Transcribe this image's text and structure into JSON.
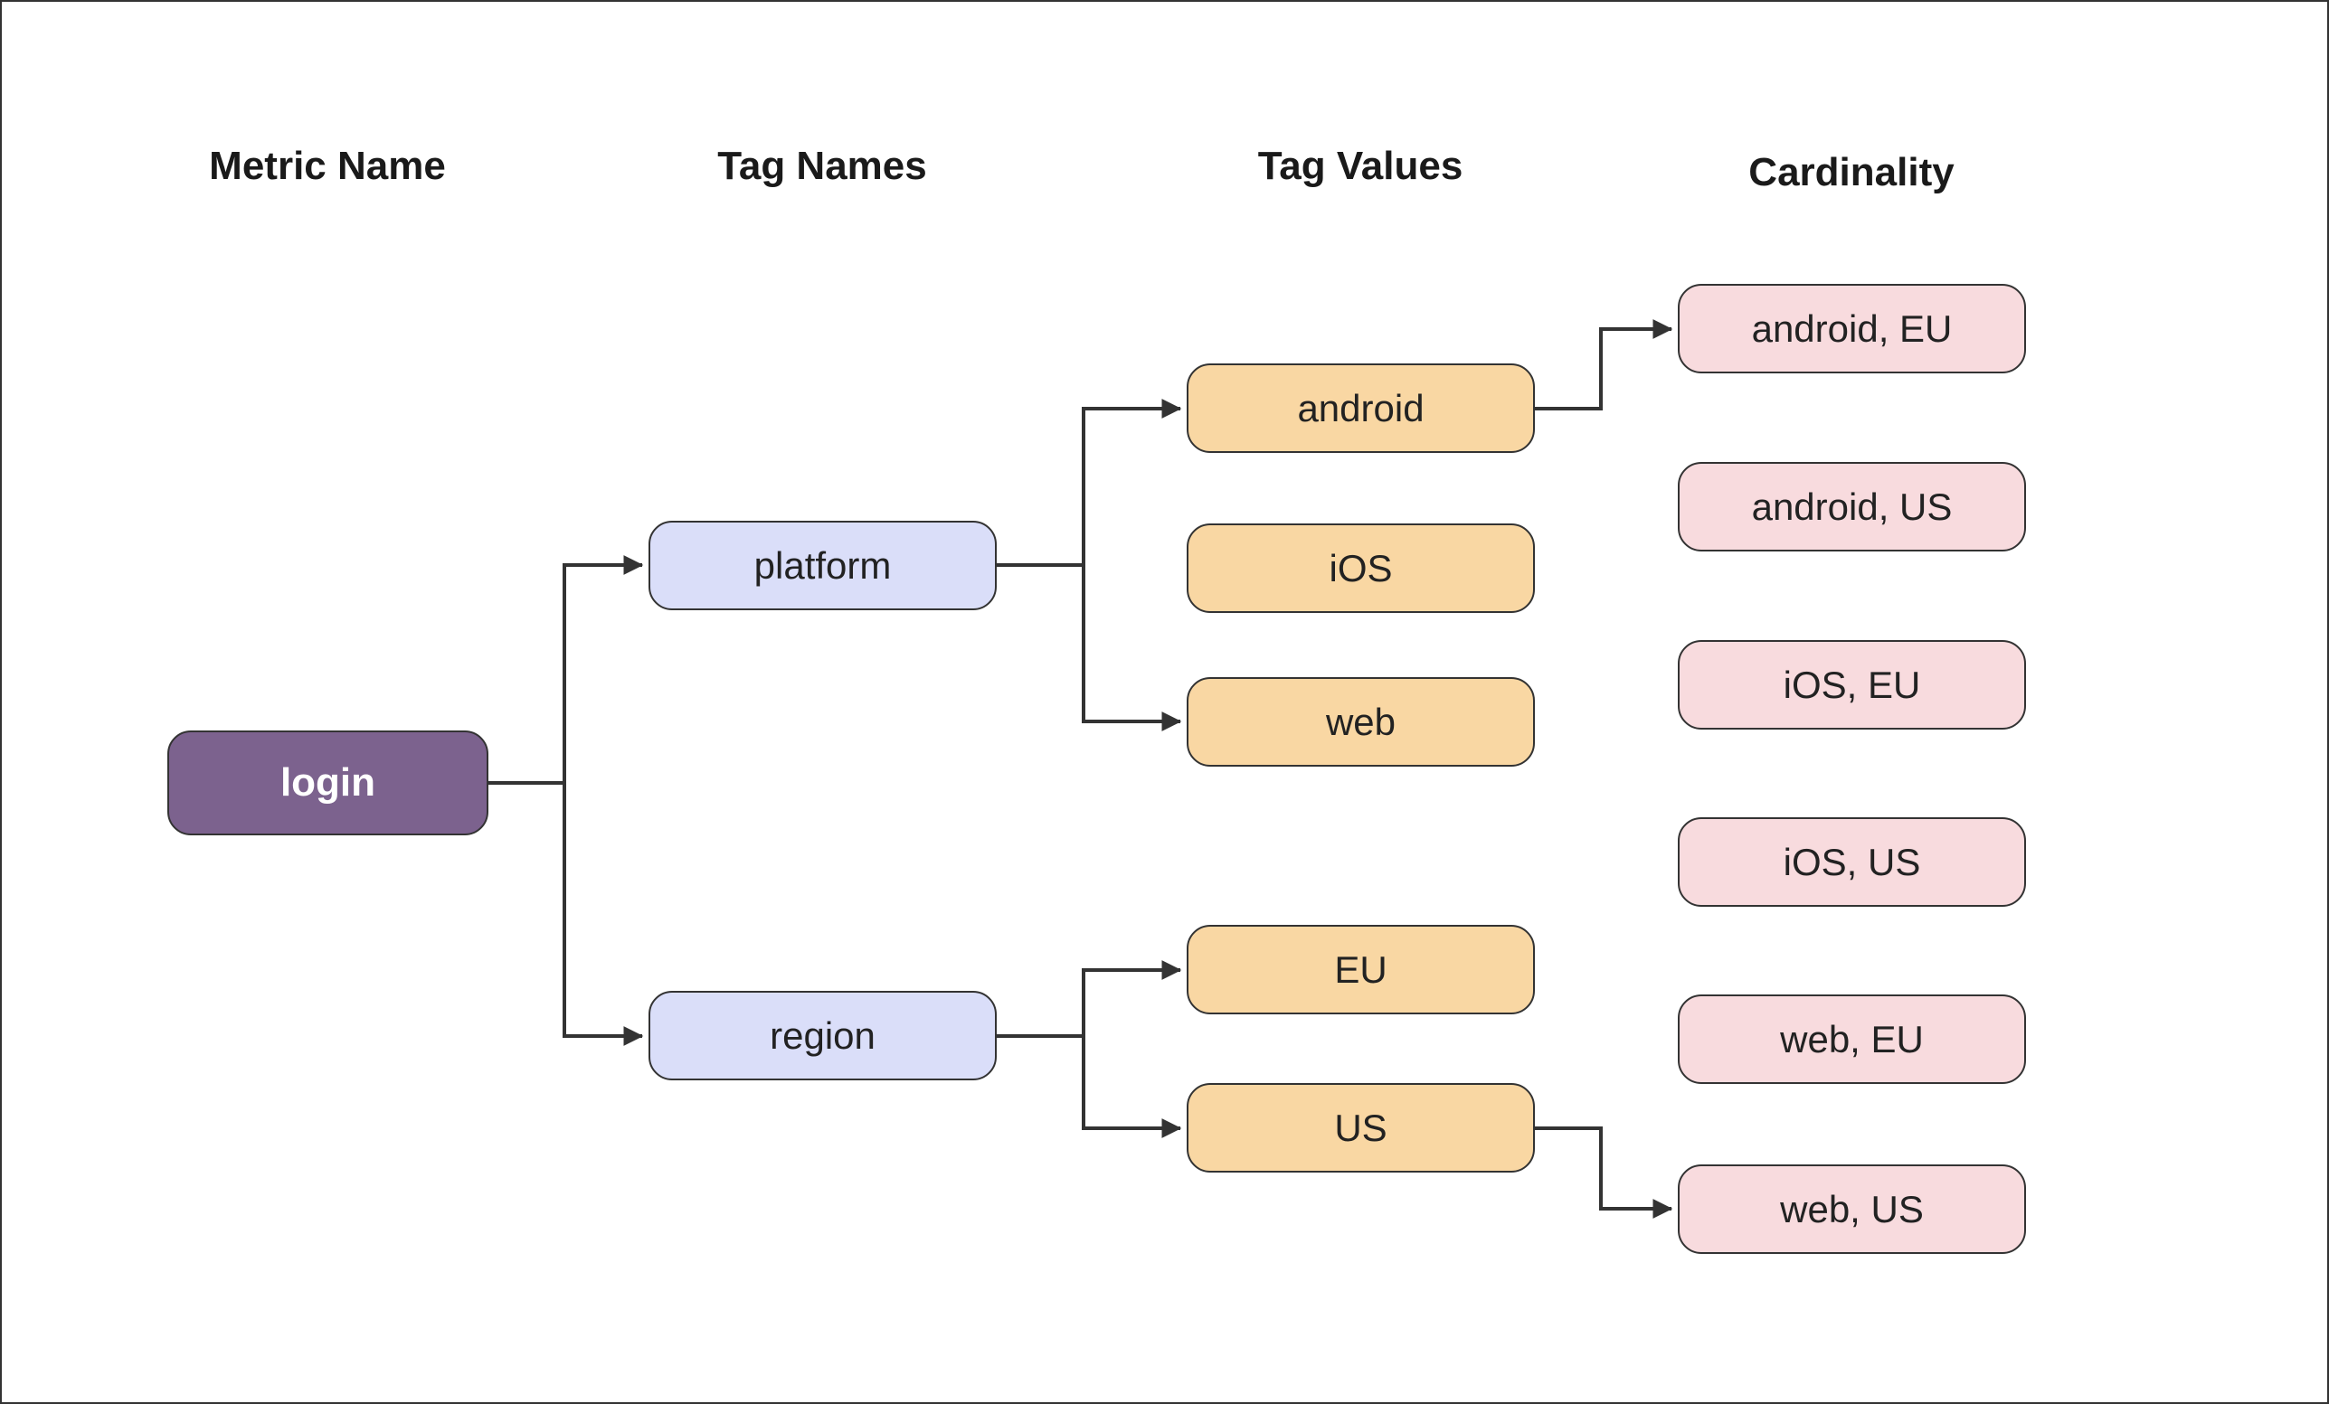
{
  "diagram": {
    "type": "flowchart",
    "columns": [
      {
        "id": "metric-name",
        "label": "Metric Name"
      },
      {
        "id": "tag-names",
        "label": "Tag Names"
      },
      {
        "id": "tag-values",
        "label": "Tag Values"
      },
      {
        "id": "cardinality",
        "label": "Cardinality"
      }
    ],
    "nodes": {
      "login": {
        "label": "login",
        "column": "metric-name"
      },
      "platform": {
        "label": "platform",
        "column": "tag-names"
      },
      "region": {
        "label": "region",
        "column": "tag-names"
      },
      "android": {
        "label": "android",
        "column": "tag-values"
      },
      "ios": {
        "label": "iOS",
        "column": "tag-values"
      },
      "web": {
        "label": "web",
        "column": "tag-values"
      },
      "eu": {
        "label": "EU",
        "column": "tag-values"
      },
      "us": {
        "label": "US",
        "column": "tag-values"
      },
      "android_eu": {
        "label": "android, EU",
        "column": "cardinality"
      },
      "android_us": {
        "label": "android, US",
        "column": "cardinality"
      },
      "ios_eu": {
        "label": "iOS, EU",
        "column": "cardinality"
      },
      "ios_us": {
        "label": "iOS, US",
        "column": "cardinality"
      },
      "web_eu": {
        "label": "web, EU",
        "column": "cardinality"
      },
      "web_us": {
        "label": "web, US",
        "column": "cardinality"
      }
    },
    "edges": [
      {
        "from": "login",
        "to": "platform",
        "arrow": true
      },
      {
        "from": "login",
        "to": "region",
        "arrow": true
      },
      {
        "from": "platform",
        "to": "android",
        "arrow": true
      },
      {
        "from": "platform",
        "to": "web",
        "arrow": true
      },
      {
        "from": "region",
        "to": "eu",
        "arrow": true
      },
      {
        "from": "region",
        "to": "us",
        "arrow": true
      },
      {
        "from": "android",
        "to": "android_eu",
        "arrow": true
      },
      {
        "from": "us",
        "to": "web_us",
        "arrow": true
      }
    ],
    "colors": {
      "metric_fill": "#7c628e",
      "metric_text": "#ffffff",
      "tag_name_fill": "#dadef9",
      "tag_value_fill": "#f9d7a3",
      "cardinality_fill": "#f8dbde",
      "node_border": "#333333",
      "connector": "#333333",
      "header_text": "#1a1a1a",
      "node_text": "#222222",
      "background": "#ffffff"
    }
  }
}
